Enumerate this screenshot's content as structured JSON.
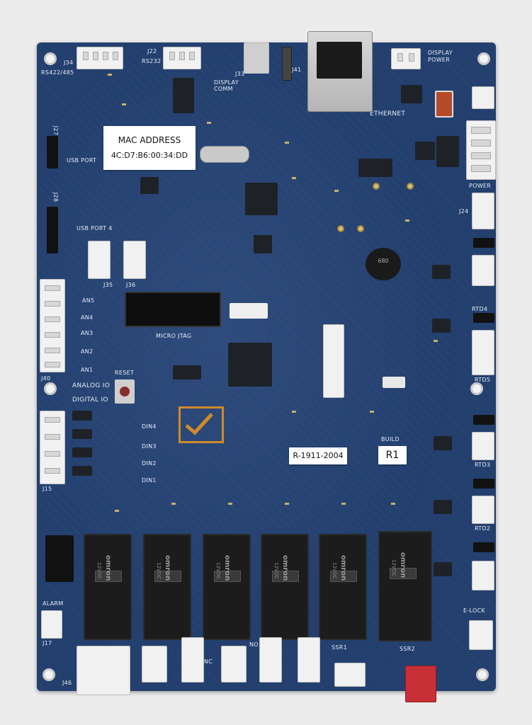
{
  "labels": {
    "mac_title": "MAC ADDRESS",
    "mac_value": "4C:D7:B6:00:34:DD",
    "serial": "R-1911-2004",
    "build_value": "R1",
    "build_label": "BUILD"
  },
  "silkscreen": {
    "rs422": "RS422/485",
    "rs232": "RS232",
    "display_comm": "DISPLAY COMM",
    "ethernet": "ETHERNET",
    "display_power": "DISPLAY POWER",
    "usb_port": "USB PORT",
    "usb_port_4": "USB PORT 4",
    "power": "POWER",
    "micro_jtag": "MICRO JTAG",
    "analog_io": "ANALOG IO",
    "digital_io": "DIGITAL IO",
    "reset": "RESET",
    "alarm": "ALARM",
    "e_lock": "E-LOCK",
    "ssr1": "SSR1",
    "ssr2": "SSR2",
    "an": [
      "AN5",
      "AN4",
      "AN3",
      "AN2",
      "AN1"
    ],
    "din": [
      "DIN4",
      "DIN3",
      "DIN2",
      "DIN1"
    ],
    "rtd": [
      "RTD4",
      "RTD5",
      "RTD3",
      "RTD2"
    ],
    "j_labels": [
      "J34",
      "J22",
      "J33",
      "J41",
      "J27",
      "J28",
      "J35",
      "J36",
      "J40",
      "J15",
      "J24",
      "J17",
      "J46"
    ],
    "nc": "NC",
    "no": "NO"
  },
  "relays": [
    {
      "brand": "omron",
      "spec": "12VDC"
    },
    {
      "brand": "omron",
      "spec": "12VDC"
    },
    {
      "brand": "omron",
      "spec": "12VDC"
    },
    {
      "brand": "omron",
      "spec": "12VDC"
    },
    {
      "brand": "omron",
      "spec": "12VDC"
    },
    {
      "brand": "omron",
      "spec": "12VDC"
    }
  ],
  "inductor": "680",
  "colors": {
    "board": "#223f6e",
    "silk": "#e6ecf5",
    "checkmark": "#d08a2a"
  }
}
